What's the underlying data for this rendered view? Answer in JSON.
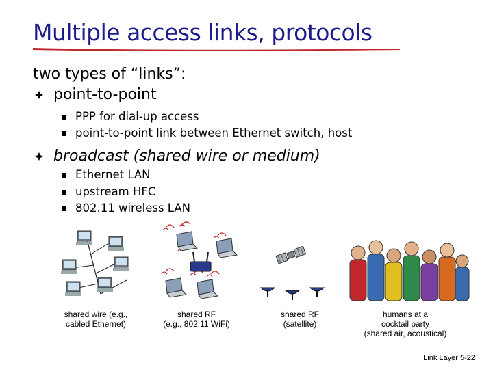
{
  "title": "Multiple access links, protocols",
  "intro": "two types of “links”:",
  "bullets": [
    {
      "label": "point-to-point",
      "sub": [
        "PPP for dial-up access",
        "point-to-point link between Ethernet switch, host"
      ]
    },
    {
      "label": "broadcast (shared wire or medium)",
      "sub": [
        "Ethernet LAN",
        "upstream HFC",
        "802.11 wireless LAN"
      ]
    }
  ],
  "captions": {
    "wire": [
      "shared wire (e.g.,",
      "cabled Ethernet)"
    ],
    "rf": [
      "shared RF",
      "(e.g., 802.11 WiFi)"
    ],
    "satellite": [
      "shared RF",
      "(satellite)"
    ],
    "party": [
      "humans at a",
      "cocktail party",
      "(shared air, acoustical)"
    ]
  },
  "footer": "Link Layer  5-22",
  "colors": {
    "title": "#1c1c8c",
    "underline": "#c0282d"
  }
}
